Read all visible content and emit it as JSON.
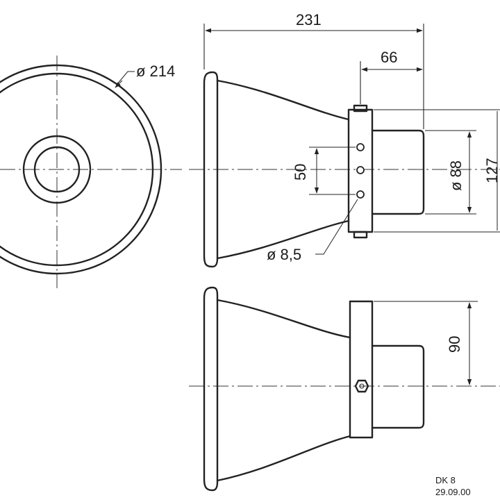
{
  "dimensions": {
    "front_diameter": "ø 214",
    "overall_length": "231",
    "driver_length": "66",
    "hole_spacing": "50",
    "driver_diameter": "ø 88",
    "bracket_height": "127",
    "hole_diameter": "ø 8,5",
    "side_height": "90"
  },
  "title_block": {
    "drawing_id": "DK 8",
    "date": "29.09.00"
  }
}
